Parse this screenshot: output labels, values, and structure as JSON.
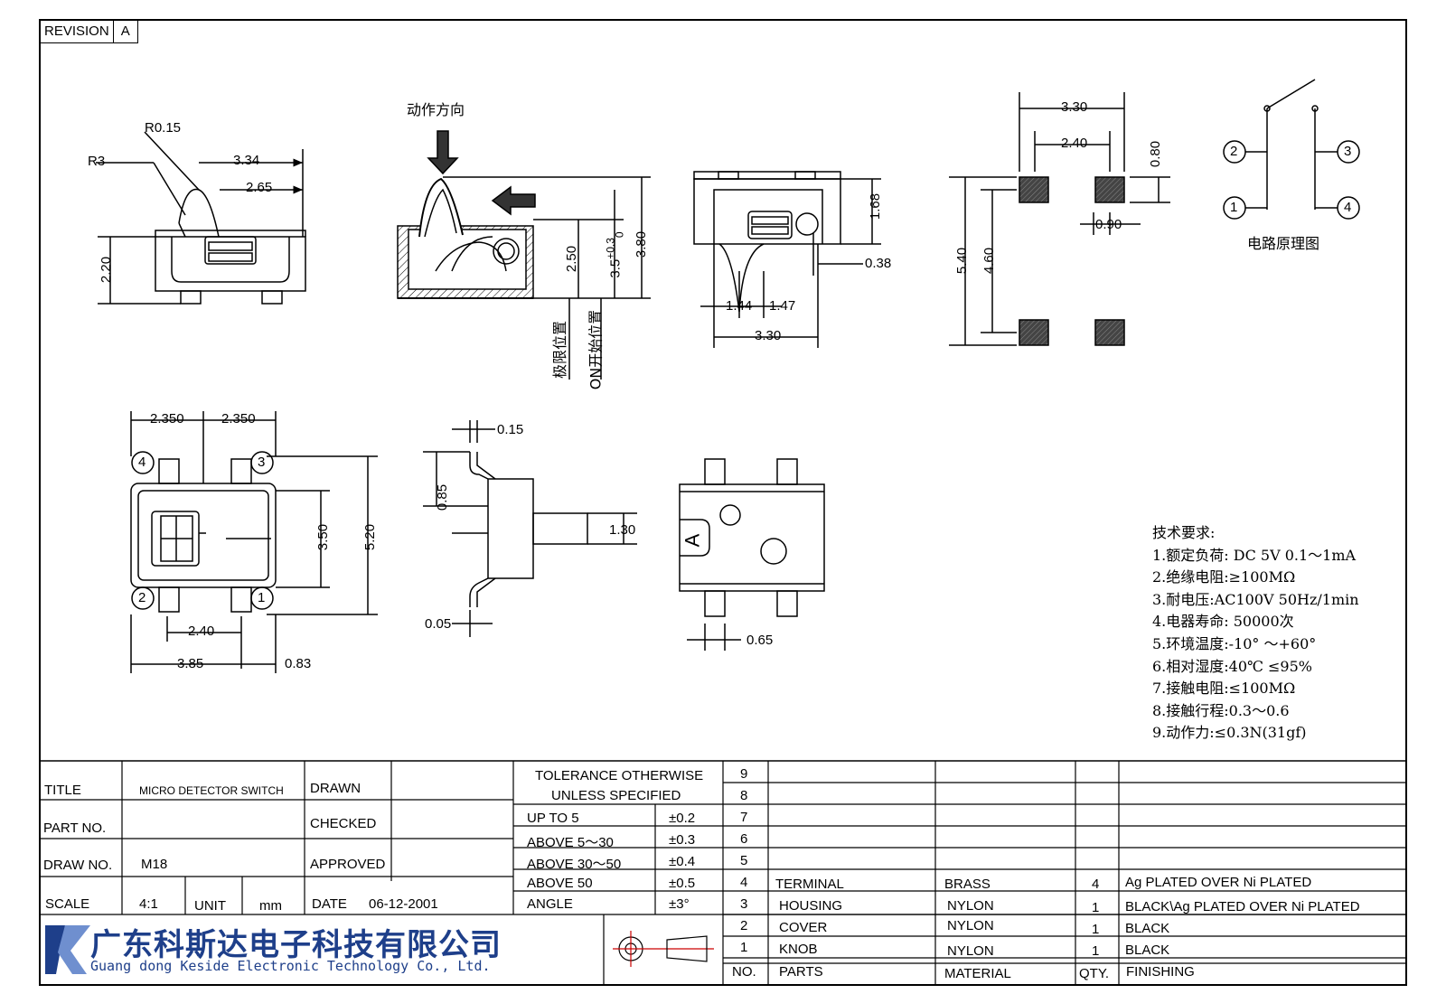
{
  "revision": {
    "label": "REVISION",
    "value": "A"
  },
  "top_left": {
    "r015": "R0.15",
    "r3": "R3",
    "d334": "3.34",
    "d265": "2.65",
    "d220": "2.20"
  },
  "side_view": {
    "action_dir": "动作方向",
    "d250": "2.50",
    "d35": "3.5",
    "d35_tol_up": "+0.3",
    "d35_tol_dn": "0",
    "d380": "3.80",
    "limit_pos": "极限位置",
    "on_pos": "ON开始位置"
  },
  "front_view": {
    "d168": "1.68",
    "d038": "0.38",
    "d144": "1.44",
    "d147": "1.47",
    "d330": "3.30"
  },
  "footprint": {
    "d330": "3.30",
    "d240": "2.40",
    "d080": "0.80",
    "d090": "0.90",
    "d540": "5.40",
    "d460": "4.60"
  },
  "circuit": {
    "pins": [
      "2",
      "3",
      "1",
      "4"
    ],
    "label": "电路原理图"
  },
  "top_view": {
    "d2350a": "2.350",
    "d2350b": "2.350",
    "d350": "3.50",
    "d520": "5.20",
    "d240": "2.40",
    "d385": "3.85",
    "d083": "0.83",
    "pins": [
      "4",
      "3",
      "2",
      "1"
    ]
  },
  "side_view2": {
    "d015": "0.15",
    "d085": "0.85",
    "d130": "1.30",
    "d005": "0.05"
  },
  "bottom_view": {
    "mark": "A",
    "d065": "0.65"
  },
  "specs": {
    "heading": "技术要求:",
    "items": [
      "1.额定负荷: DC 5V  0.1～1mA",
      "2.绝缘电阻:≥100MΩ",
      "3.耐电压:AC100V 50Hz/1min",
      "4.电器寿命: 50000次",
      "5.环境温度:-10° ～+60°",
      "6.相对湿度:40℃  ≤95%",
      "7.接触电阻:≤100MΩ",
      "8.接触行程:0.3～0.6",
      "9.动作力:≤0.3N(31gf)"
    ]
  },
  "title_block": {
    "title_label": "TITLE",
    "title_value": "MICRO DETECTOR SWITCH",
    "part_label": "PART NO.",
    "part_value": "",
    "draw_label": "DRAW NO.",
    "draw_value": "M18",
    "scale_label": "SCALE",
    "scale_value": "4:1",
    "unit_label": "UNIT",
    "unit_value": "mm",
    "drawn_label": "DRAWN",
    "checked_label": "CHECKED",
    "approved_label": "APPROVED",
    "date_label": "DATE",
    "date_value": "06-12-2001"
  },
  "tolerance": {
    "header1": "TOLERANCE OTHERWISE",
    "header2": "UNLESS SPECIFIED",
    "rows": [
      {
        "label": "UP TO 5",
        "value": "±0.2"
      },
      {
        "label": "ABOVE 5～30",
        "value": "±0.3"
      },
      {
        "label": "ABOVE 30～50",
        "value": "±0.4"
      },
      {
        "label": "ABOVE 50",
        "value": "±0.5"
      },
      {
        "label": "ANGLE",
        "value": "±3°"
      }
    ]
  },
  "company": {
    "cn": "广东科斯达电子科技有限公司",
    "en": "Guang dong Keside  Electronic Technology Co., Ltd."
  },
  "bom": {
    "headers": {
      "no": "NO.",
      "parts": "PARTS",
      "material": "MATERIAL",
      "qty": "QTY.",
      "finishing": "FINISHING"
    },
    "empty_nos": [
      "9",
      "8",
      "7",
      "6",
      "5"
    ],
    "rows": [
      {
        "no": "4",
        "part": "TERMINAL",
        "material": "BRASS",
        "qty": "4",
        "finishing": "Ag PLATED OVER Ni PLATED"
      },
      {
        "no": "3",
        "part": "HOUSING",
        "material": "NYLON",
        "qty": "1",
        "finishing": "BLACK\\Ag PLATED OVER Ni PLATED"
      },
      {
        "no": "2",
        "part": "COVER",
        "material": "NYLON",
        "qty": "1",
        "finishing": "BLACK"
      },
      {
        "no": "1",
        "part": "KNOB",
        "material": "NYLON",
        "qty": "1",
        "finishing": "BLACK"
      }
    ]
  },
  "colors": {
    "company_blue": "#1e3f8a",
    "line": "#000000",
    "pad": "#555555"
  }
}
